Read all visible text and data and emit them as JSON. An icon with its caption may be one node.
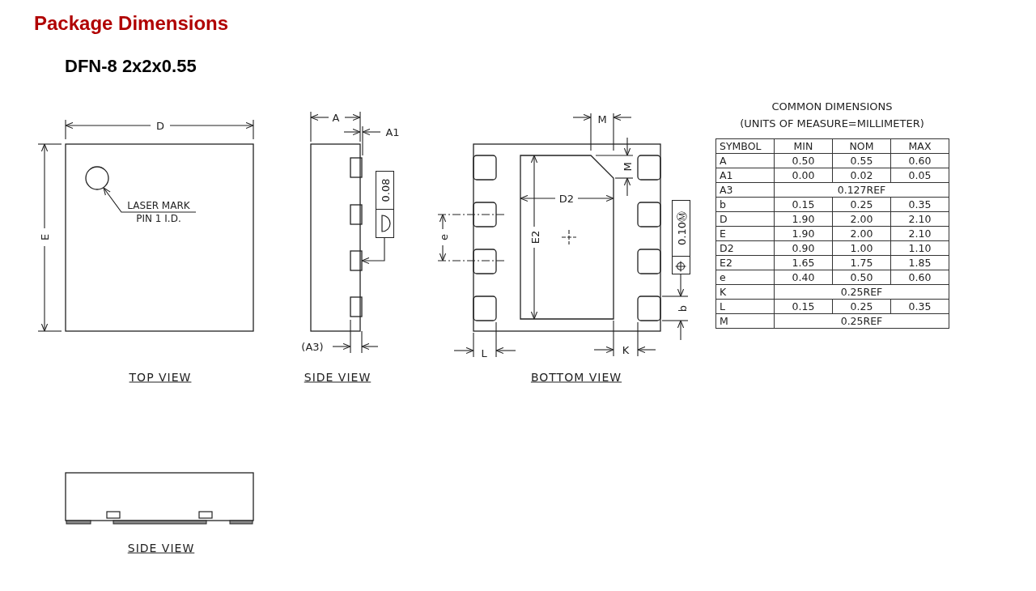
{
  "diagram": {
    "title": "Package Dimensions",
    "nodes": [
      {
        "text": [
          "LASER MARK PIN 1 I.D."
        ]
      },
      {
        "text": [],
        "shape": "circle"
      },
      {
        "text": [
          "0.08"
        ]
      },
      {
        "text": [],
        "shape": "box"
      },
      {
        "text": [],
        "shape": "box"
      },
      {
        "text": [],
        "shape": "box"
      },
      {
        "text": [],
        "shape": "box"
      }
    ],
    "edges": [
      {
        "from": 0,
        "to": 1,
        "arrow": "to"
      },
      {
        "from": 2,
        "to": 5,
        "arrow": "to"
      }
    ],
    "labels": [
      "DFN-8 2x2x0.55",
      "D",
      "E",
      "TOP VIEW",
      "A",
      "A1",
      "(A3)",
      "SIDE VIEW",
      "M",
      "M",
      "D2",
      "E2",
      "e",
      "0.10Ⓜ",
      "b",
      "L",
      "K",
      "BOTTOM VIEW",
      "COMMON DIMENSIONS",
      "(UNITS OF MEASURE=MILLIMETER)",
      "SYMBOL",
      "MIN",
      "NOM",
      "MAX",
      "A",
      "0.50",
      "0.55",
      "0.60",
      "A1",
      "0.00",
      "0.02",
      "0.05",
      "A3",
      "0.127REF",
      "b",
      "0.15",
      "0.25",
      "0.35",
      "D",
      "1.90",
      "2.00",
      "2.10",
      "E",
      "1.90",
      "2.00",
      "2.10",
      "D2",
      "0.90",
      "1.00",
      "1.10",
      "E2",
      "1.65",
      "1.75",
      "1.85",
      "e",
      "0.40",
      "0.50",
      "0.60",
      "K",
      "0.25REF",
      "L",
      "0.15",
      "0.25",
      "0.35",
      "M",
      "0.25REF",
      "SIDE VIEW"
    ]
  }
}
